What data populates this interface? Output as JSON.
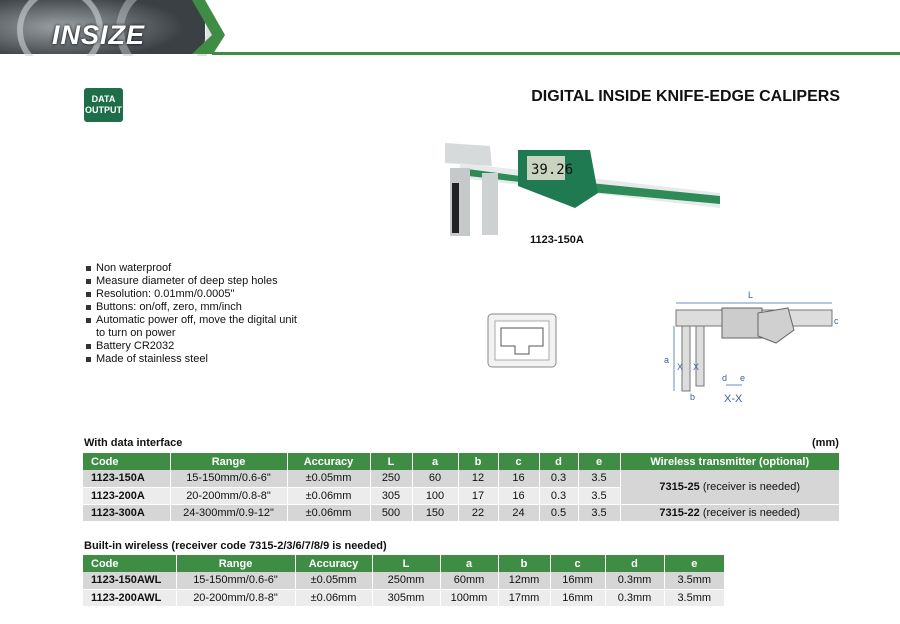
{
  "brand": "INSIZE",
  "badge": {
    "line1": "DATA",
    "line2": "OUTPUT"
  },
  "title": "DIGITAL INSIDE KNIFE-EDGE CALIPERS",
  "product_image": {
    "model": "1123-150A",
    "display": "39.26"
  },
  "features": [
    "Non waterproof",
    "Measure diameter of deep step holes",
    "Resolution: 0.01mm/0.0005\"",
    "Buttons: on/off, zero, mm/inch",
    "Automatic power off, move the digital unit to turn on power",
    "Battery CR2032",
    "Made of stainless steel"
  ],
  "diagram": {
    "labels": [
      "L",
      "c",
      "a",
      "b",
      "X",
      "X",
      "d",
      "e",
      "X-X"
    ]
  },
  "table1": {
    "caption": "With data interface",
    "unit": "(mm)",
    "headers": [
      "Code",
      "Range",
      "Accuracy",
      "L",
      "a",
      "b",
      "c",
      "d",
      "e",
      "Wireless transmitter (optional)"
    ],
    "rows": [
      [
        "1123-150A",
        "15-150mm/0.6-6\"",
        "±0.05mm",
        "250",
        "60",
        "12",
        "16",
        "0.3",
        "3.5"
      ],
      [
        "1123-200A",
        "20-200mm/0.8-8\"",
        "±0.06mm",
        "305",
        "100",
        "17",
        "16",
        "0.3",
        "3.5"
      ],
      [
        "1123-300A",
        "24-300mm/0.9-12\"",
        "±0.06mm",
        "500",
        "150",
        "22",
        "24",
        "0.5",
        "3.5"
      ]
    ],
    "wireless": [
      {
        "code": "7315-25",
        "note": " (receiver is needed)"
      },
      {
        "code": "7315-22",
        "note": " (receiver is needed)"
      }
    ]
  },
  "table2": {
    "caption": "Built-in wireless (receiver code 7315-2/3/6/7/8/9 is needed)",
    "headers": [
      "Code",
      "Range",
      "Accuracy",
      "L",
      "a",
      "b",
      "c",
      "d",
      "e"
    ],
    "rows": [
      [
        "1123-150AWL",
        "15-150mm/0.6-6\"",
        "±0.05mm",
        "250mm",
        "60mm",
        "12mm",
        "16mm",
        "0.3mm",
        "3.5mm"
      ],
      [
        "1123-200AWL",
        "20-200mm/0.8-8\"",
        "±0.06mm",
        "305mm",
        "100mm",
        "17mm",
        "16mm",
        "0.3mm",
        "3.5mm"
      ]
    ]
  },
  "colors": {
    "green": "#3f8d45",
    "badge": "#1f6e4a"
  }
}
